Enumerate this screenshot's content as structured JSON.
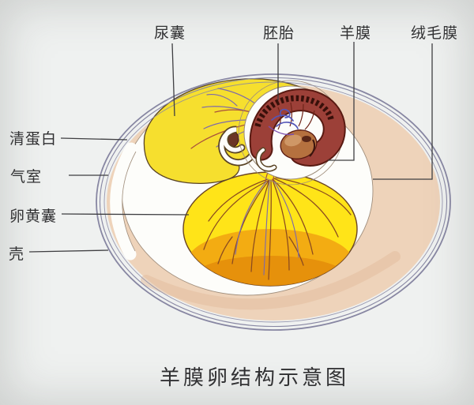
{
  "colors": {
    "background": "#eff1f0",
    "shell-line": "#8786a2",
    "albumen-tan": "#eed3ba",
    "albumen-shade": "#e3bd9e",
    "interior-white": "#fdfdfa",
    "allantois-yellow": "#f6df2e",
    "allantois-outline": "#5a4426",
    "yolk-yellow": "#ffe418",
    "yolk-orange": "#f09d12",
    "yolk-orange-deep": "#e08608",
    "yolk-outline": "#6a4423",
    "vessel-brown": "#8a4a20",
    "vessel-purple": "#7e6aaa",
    "vessel-red": "#a8503c",
    "vessel-blue": "#5456b8",
    "embryo-body": "#9c4038",
    "embryo-dark": "#591a12",
    "embryo-head": "#b5713f",
    "embryo-highlight": "#cf9766",
    "membrane-line": "#a08e7c",
    "leader-line": "#3f3f42",
    "label-text": "#2e2e30"
  },
  "diagram": {
    "title": "羊膜卵结构示意图",
    "labels": {
      "allantois": "尿囊",
      "embryo": "胚胎",
      "amnion": "羊膜",
      "chorion": "绒毛膜",
      "albumen": "清蛋白",
      "air_chamber": "气室",
      "yolk_sac": "卵黄囊",
      "shell": "壳"
    }
  }
}
